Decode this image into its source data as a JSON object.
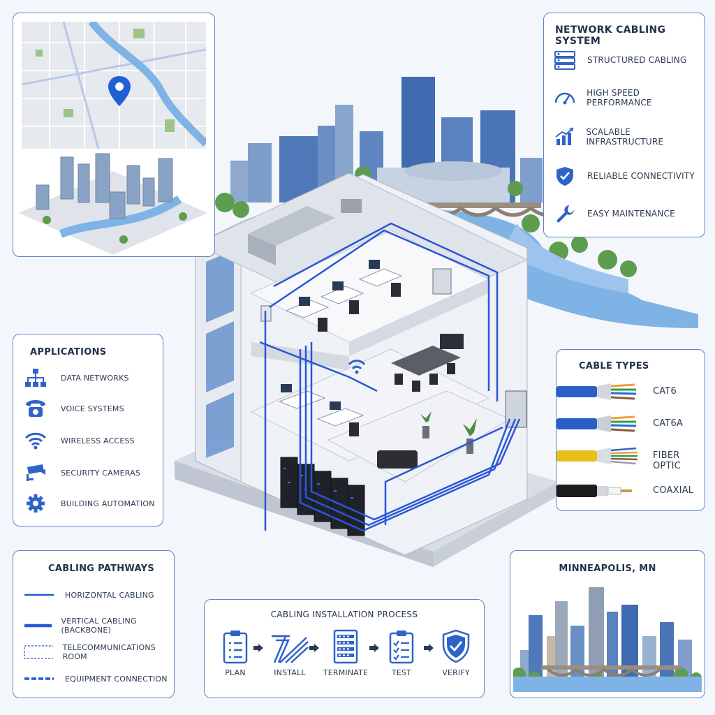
{
  "features_panel": {
    "title": "NETWORK CABLING SYSTEM",
    "items": [
      {
        "icon": "server-icon",
        "label": "STRUCTURED CABLING"
      },
      {
        "icon": "speedometer-icon",
        "label": "HIGH SPEED PERFORMANCE"
      },
      {
        "icon": "growth-chart-icon",
        "label": "SCALABLE INFRASTRUCTURE"
      },
      {
        "icon": "shield-check-icon",
        "label": "RELIABLE CONNECTIVITY"
      },
      {
        "icon": "wrench-icon",
        "label": "EASY MAINTENANCE"
      }
    ]
  },
  "applications_panel": {
    "title": "APPLICATIONS",
    "items": [
      {
        "icon": "network-hierarchy-icon",
        "label": "DATA NETWORKS"
      },
      {
        "icon": "telephone-icon",
        "label": "VOICE SYSTEMS"
      },
      {
        "icon": "wifi-icon",
        "label": "WIRELESS ACCESS"
      },
      {
        "icon": "security-camera-icon",
        "label": "SECURITY CAMERAS"
      },
      {
        "icon": "gear-icon",
        "label": "BUILDING AUTOMATION"
      }
    ]
  },
  "cable_types_panel": {
    "title": "CABLE TYPES",
    "items": [
      {
        "label": "CAT6",
        "jacket_color": "#2a5fc4"
      },
      {
        "label": "CAT6A",
        "jacket_color": "#2a5fc4"
      },
      {
        "label": "FIBER OPTIC",
        "jacket_color": "#e8c019"
      },
      {
        "label": "COAXIAL",
        "jacket_color": "#1c1c1c"
      }
    ]
  },
  "pathways_panel": {
    "title": "CABLING PATHWAYS",
    "items": [
      {
        "style": "solid-thin",
        "label": "HORIZONTAL CABLING"
      },
      {
        "style": "solid-thick",
        "label": "VERTICAL CABLING (BACKBONE)"
      },
      {
        "style": "dashed-box",
        "label": "TELECOMMUNICATIONS ROOM"
      },
      {
        "style": "dashed-line",
        "label": "EQUIPMENT CONNECTION"
      }
    ]
  },
  "process_panel": {
    "title": "CABLING INSTALLATION PROCESS",
    "steps": [
      {
        "icon": "checklist-icon",
        "label": "PLAN"
      },
      {
        "icon": "cable-bundle-icon",
        "label": "INSTALL"
      },
      {
        "icon": "patch-panel-icon",
        "label": "TERMINATE"
      },
      {
        "icon": "test-checklist-icon",
        "label": "TEST"
      },
      {
        "icon": "verified-shield-icon",
        "label": "VERIFY"
      }
    ]
  },
  "location_panel": {
    "title": "MINNEAPOLIS, MN"
  },
  "colors": {
    "accent": "#2f63c7",
    "panel_border": "#5d86c4",
    "water": "#7fb3e6",
    "cable_blue": "#2a56d6"
  }
}
